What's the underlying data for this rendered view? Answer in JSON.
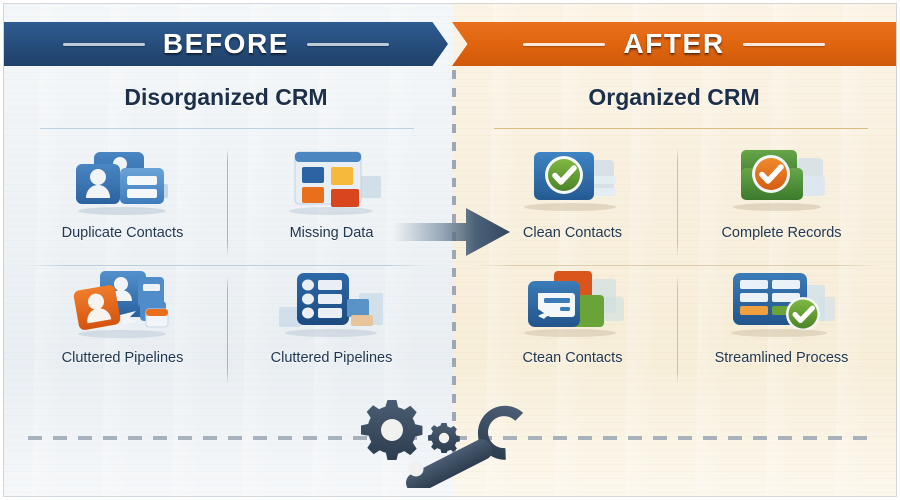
{
  "infographic": {
    "left_panel": {
      "banner_label": "BEFORE",
      "banner_color": "#27507f",
      "subtitle": "Disorganized CRM",
      "items": [
        {
          "label": "Duplicate Contacts",
          "icon": "duplicate-contact-cards-icon"
        },
        {
          "label": "Missing Data",
          "icon": "missing-data-panel-icon"
        },
        {
          "label": "Cluttered Pipelines",
          "icon": "cluttered-contact-cards-icon"
        },
        {
          "label": "Cluttered Pipelines",
          "icon": "cluttered-list-icon"
        }
      ]
    },
    "right_panel": {
      "banner_label": "AFTER",
      "banner_color": "#e1650f",
      "subtitle": "Organized CRM",
      "items": [
        {
          "label": "Clean Contacts",
          "icon": "clean-contacts-check-icon"
        },
        {
          "label": "Complete Records",
          "icon": "complete-records-check-icon"
        },
        {
          "label": "Ctean Contacts",
          "icon": "clean-data-card-icon"
        },
        {
          "label": "Streamlined Process",
          "icon": "streamlined-table-check-icon"
        }
      ]
    },
    "center": {
      "arrow": "right-arrow-icon",
      "divider": "dashed-vertical-divider"
    },
    "footer": {
      "tools": "gear-and-wrench-icon",
      "rule": "dashed-horizontal-rule"
    },
    "colors": {
      "before_banner": "#27507f",
      "after_banner": "#e1650f",
      "check_green": "#5c9c31",
      "check_orange": "#e2701a",
      "card_blue": "#2f6ca8",
      "card_green": "#4f8c3a",
      "text_dark": "#1d2f49",
      "tool_slate": "#3c4d60"
    }
  }
}
